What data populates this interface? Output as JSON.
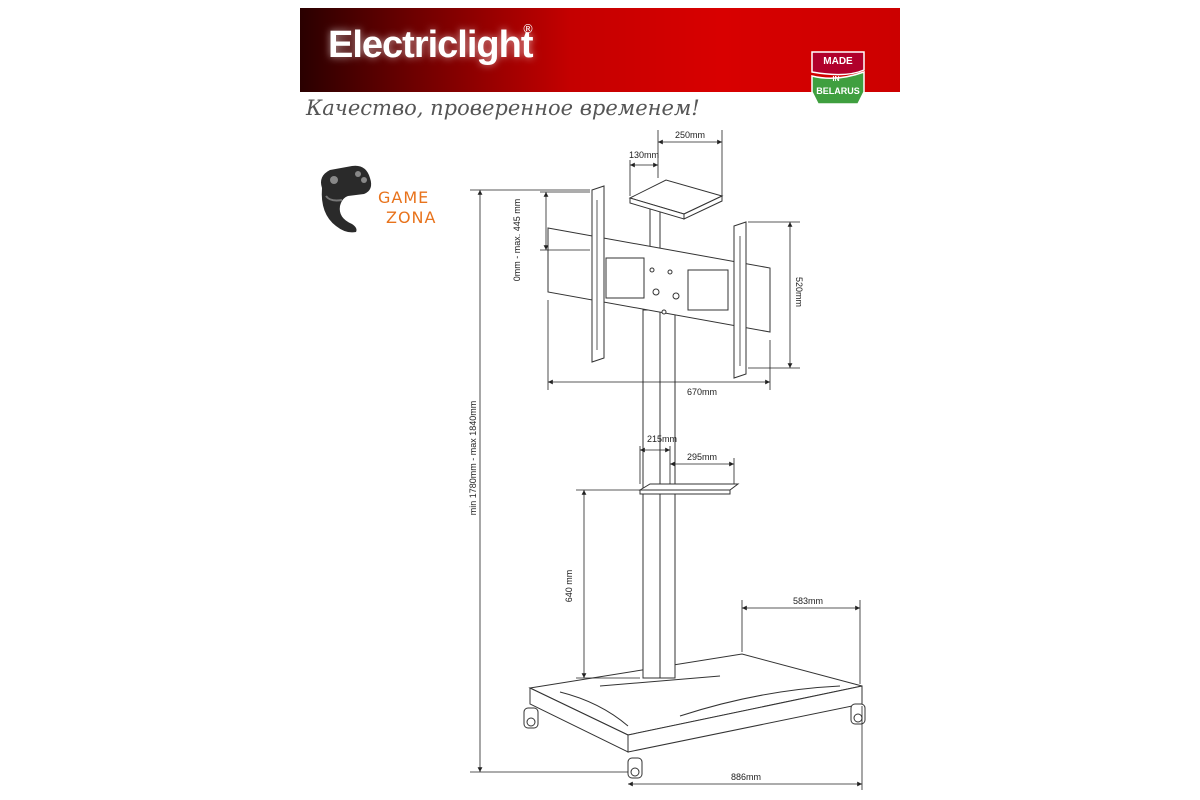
{
  "header": {
    "brand": "Electriclight",
    "registered_mark": "®",
    "slogan": "Качество, проверенное временем!",
    "badge": {
      "line1": "MADE",
      "line2": "IN",
      "line3": "BELARUS"
    },
    "colors": {
      "banner": "#cc0000",
      "badge_red": "#b1002b",
      "badge_green": "#3f9f3f",
      "game_orange": "#e8731c"
    }
  },
  "game_logo": {
    "icon": "gamepad-icon",
    "line1": "GAME",
    "line2": "ZONA"
  },
  "dimensions": {
    "top_shelf_width": "250mm",
    "top_shelf_depth": "130mm",
    "vertical_adjust": "0mm - max. 445 mm",
    "bracket_height": "520mm",
    "bracket_width": "670mm",
    "shelf_offset": "215mm",
    "shelf_width": "295mm",
    "shelf_height": "640 mm",
    "total_height": "min 1780mm - max 1840mm",
    "base_depth": "583mm",
    "base_width": "886mm"
  }
}
